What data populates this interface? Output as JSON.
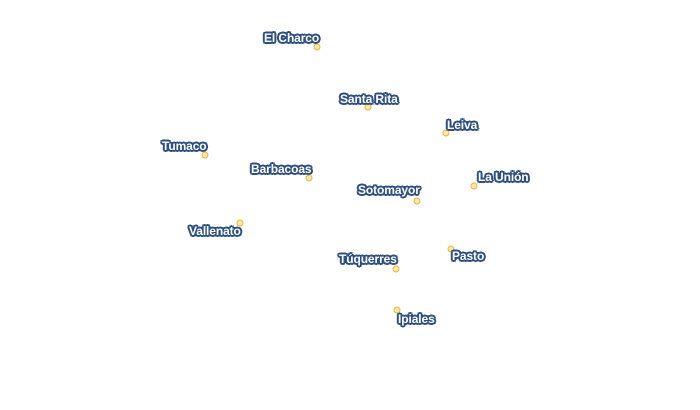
{
  "map": {
    "cities": [
      {
        "name": "El Charco"
      },
      {
        "name": "Santa Rita"
      },
      {
        "name": "Leiva"
      },
      {
        "name": "Tumaco"
      },
      {
        "name": "Barbacoas"
      },
      {
        "name": "La Unión"
      },
      {
        "name": "Sotomayor"
      },
      {
        "name": "Vallenato"
      },
      {
        "name": "Túquerres"
      },
      {
        "name": "Pasto"
      },
      {
        "name": "Ipiales"
      }
    ],
    "colors": {
      "marker_fill": "#fde9a6",
      "marker_stroke": "#e8b347",
      "label_text": "#ffffff",
      "label_halo": "#2e4f7f",
      "background": "#ffffff"
    }
  }
}
